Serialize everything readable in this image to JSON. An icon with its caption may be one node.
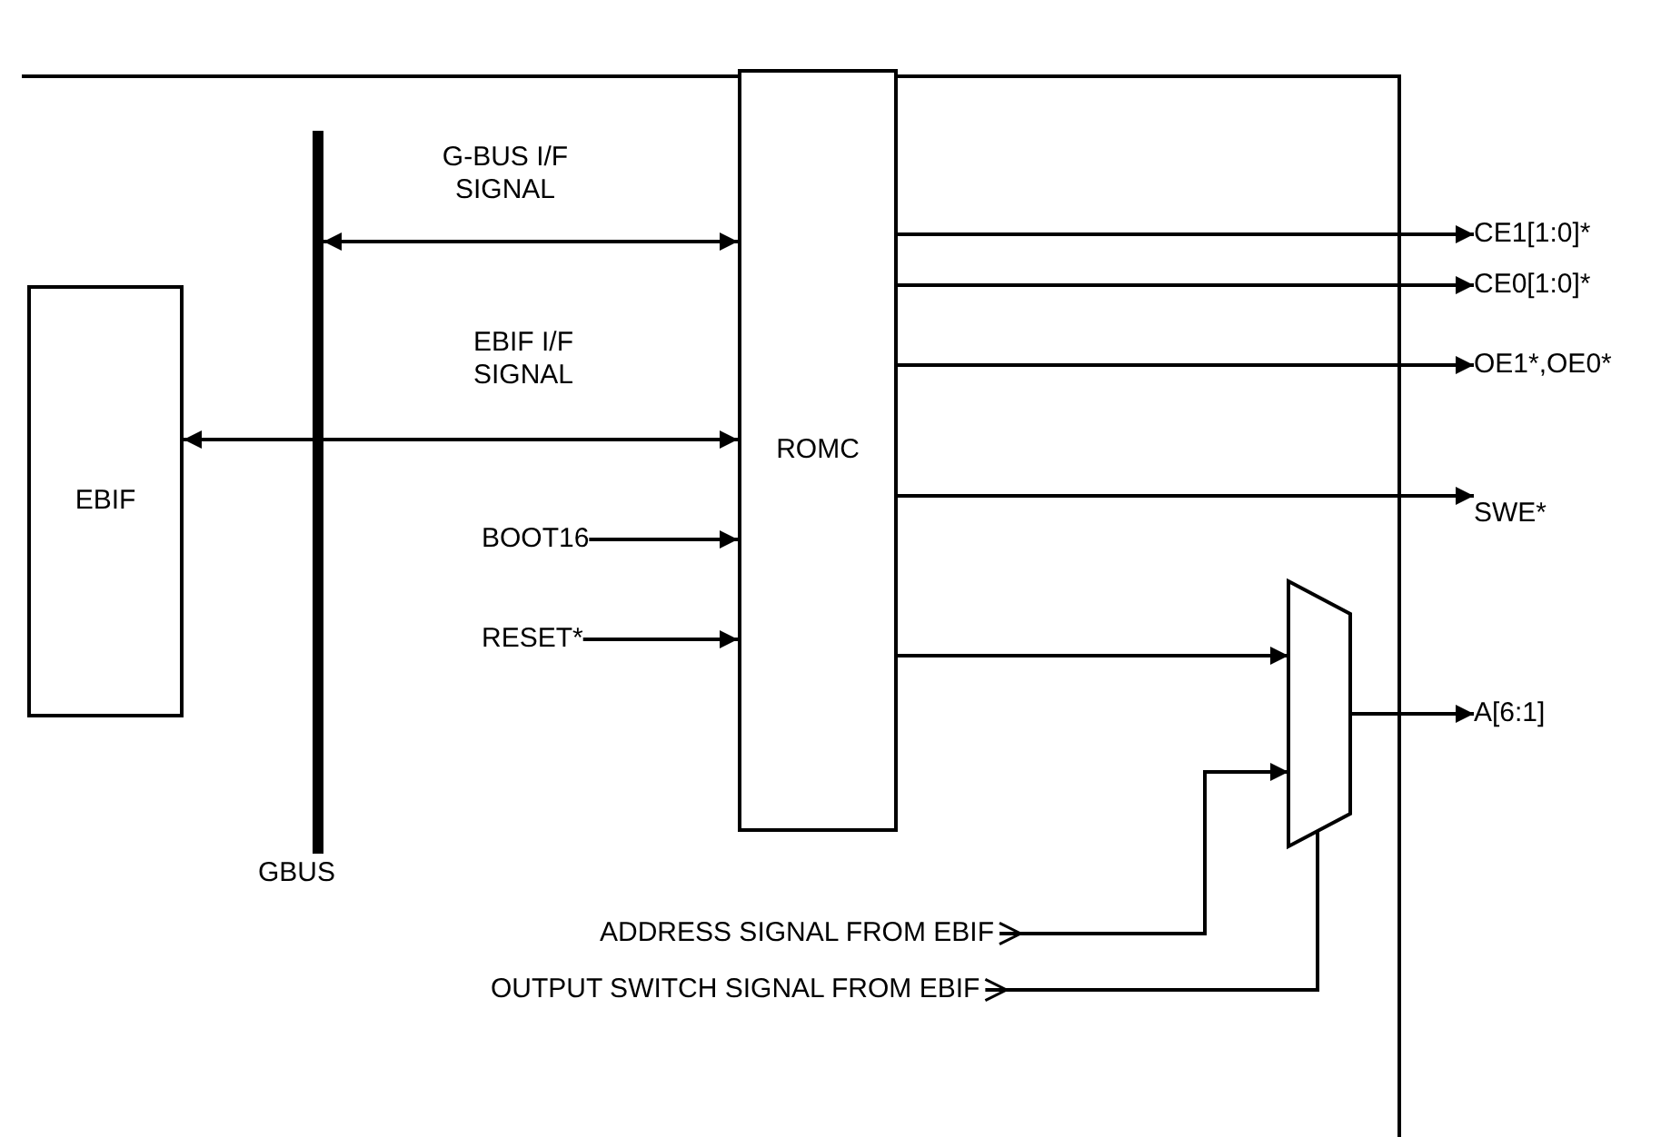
{
  "diagram": {
    "nodes": [
      {
        "text": [
          "GBUS"
        ]
      },
      {
        "text": [
          "EBIF"
        ]
      },
      {
        "text": [
          "ROMC"
        ]
      },
      {
        "text": [
          "BOOT16"
        ]
      },
      {
        "text": [
          "RESET*"
        ]
      },
      {
        "text": [
          "CE1[1:0]*"
        ]
      },
      {
        "text": [
          "CE0[1:0]*"
        ]
      },
      {
        "text": [
          "OE1*,OE0*"
        ]
      },
      {
        "text": [
          "SWE*"
        ]
      },
      {
        "text": [
          "A[6:1]"
        ]
      },
      {
        "text": [],
        "shape": "trapezoid"
      },
      {
        "text": [
          "ADDRESS SIGNAL FROM EBIF"
        ]
      },
      {
        "text": [
          "OUTPUT SWITCH SIGNAL FROM EBIF"
        ]
      }
    ],
    "edges": [
      {
        "from": 0,
        "to": 2,
        "arrow": "both",
        "label": "G-BUS I/F SIGNAL"
      },
      {
        "from": 1,
        "to": 2,
        "arrow": "both",
        "label": "EBIF I/F SIGNAL"
      },
      {
        "from": 3,
        "to": 2,
        "arrow": "to"
      },
      {
        "from": 4,
        "to": 2,
        "arrow": "to"
      },
      {
        "from": 2,
        "to": 5,
        "arrow": "to"
      },
      {
        "from": 2,
        "to": 6,
        "arrow": "to"
      },
      {
        "from": 2,
        "to": 7,
        "arrow": "to"
      },
      {
        "from": 2,
        "to": 8,
        "arrow": "to"
      },
      {
        "from": 2,
        "to": 10,
        "arrow": "to"
      },
      {
        "from": 10,
        "to": 9,
        "arrow": "to"
      },
      {
        "from": 11,
        "to": 10,
        "arrow": "to"
      },
      {
        "from": 12,
        "to": 10,
        "arrow": "other"
      }
    ]
  }
}
